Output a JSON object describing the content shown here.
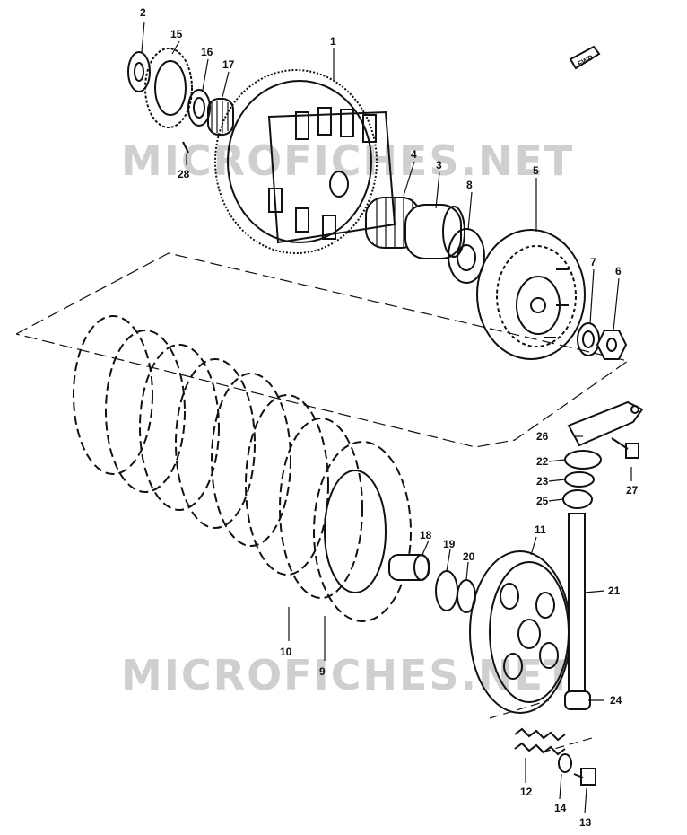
{
  "watermark": {
    "top": "MICROFICHES.NET",
    "bottom": "MICROFICHES.NET"
  },
  "direction_badge": "FWD",
  "part_numbers": [
    "1",
    "2",
    "3",
    "4",
    "5",
    "6",
    "7",
    "8",
    "9",
    "10",
    "11",
    "12",
    "13",
    "14",
    "15",
    "16",
    "17",
    "18",
    "19",
    "20",
    "21",
    "22",
    "23",
    "24",
    "25",
    "26",
    "27",
    "28"
  ]
}
